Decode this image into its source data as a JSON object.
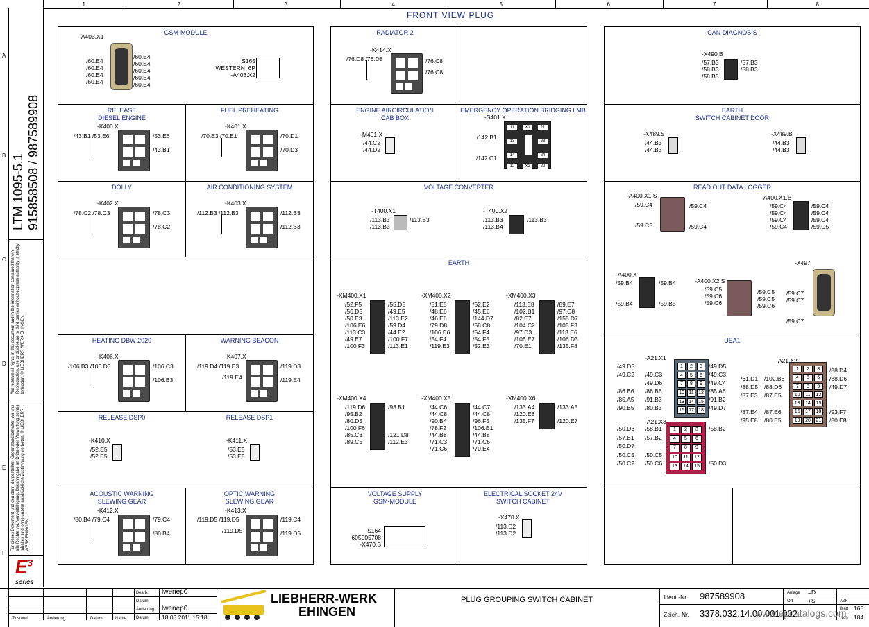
{
  "page_title": "FRONT VIEW PLUG",
  "columns": [
    "1",
    "2",
    "3",
    "4",
    "5",
    "6",
    "7",
    "8"
  ],
  "rows": [
    "A",
    "B",
    "C",
    "D",
    "E",
    "F"
  ],
  "sidebar": {
    "model": "LTM 1095-5.1",
    "numbers": "915858508  /  987589908",
    "notice_en": "We reserve all rights in this document and in the information contained therein. Reproduction, use or disclosure to third parties without express authority is strictly forbidden. © LIEBHERR WERK EHINGEN",
    "notice_de": "Für dieses Dokument und den darin dargestellten Gegenstand behalten wir uns alle Rechte vor. Vervielfältigung, Bekanntgabe an Dritte oder Verwertung seines Inhaltes sind ohne unsere ausdrückliche Zustimmung verboten. © LIEBHERR WERK EHINGEN",
    "logo_e3": "E",
    "logo_sup": "3",
    "logo_series": "series"
  },
  "panels": {
    "gsm": {
      "title": "GSM-MODULE",
      "conn": "-A403.X1",
      "left_pins": "/60.E4\n/60.E4\n/60.E4\n/60.E4",
      "right_pins": "/60.E4\n/60.E4\n/60.E4\n/60.E4\n/60.E4",
      "box_label": "S165\nWESTERN_6P\n-A403.X2"
    },
    "radiator": {
      "title": "RADIATOR 2",
      "conn": "-K414.X",
      "left_pins": "/76.D8 /76.D8",
      "right_pins": "/76.C8\n/76.C8"
    },
    "can": {
      "title": "CAN  DIAGNOSIS",
      "conn": "-X490.B",
      "left_pins": "/57.B3\n/58.B3\n/58.B3",
      "right_pins": "/57.B3\n/58.B3"
    },
    "release_diesel": {
      "title": "RELEASE\nDIESEL ENGINE",
      "conn": "-K400.X",
      "left_pins": "/43.B1 /53.E6",
      "right_pins": "/53.E6\n\n/43.B1"
    },
    "fuel": {
      "title": "FUEL PREHEATING",
      "conn": "-K401.X",
      "left_pins": "/70.E3 /70.E1",
      "right_pins": "/70.D1\n\n/70.D3"
    },
    "engine_air": {
      "title": "ENGINE AIRCIRCULATION\nCAB BOX",
      "conn": "-M401.X",
      "left_pins": "/44.C2\n/44.D2"
    },
    "emergency": {
      "title": "EMERGENCY OPERATION BRIDGING LMB",
      "conn": "-S401.X",
      "left_pins": "/142.B1\n\n\n/142.C1",
      "cells": [
        "11",
        "X1",
        "21",
        "13",
        "23",
        "14",
        "24",
        "12",
        "X2",
        "22"
      ]
    },
    "earth_door": {
      "title": "EARTH\nSWITCH CABINET DOOR",
      "conn1": "-X489.S",
      "pins1": "/44.B3\n/44.B3",
      "conn2": "-X489.B",
      "pins2": "/44.B3\n/44.B3"
    },
    "dolly": {
      "title": "DOLLY",
      "conn": "-K402.X",
      "left_pins": "/78.C2 /78.C3",
      "right_pins": "/78.C3\n\n/78.C2"
    },
    "aircon": {
      "title": "AIR CONDITIONING SYSTEM",
      "conn": "-K403.X",
      "left_pins": "/112.B3 /112.B3",
      "right_pins": "/112.B3\n\n/112.B3"
    },
    "voltage_conv": {
      "title": "VOLTAGE CONVERTER",
      "conn1": "-T400.X1",
      "pins1_l": "/113.B3\n/113.B3",
      "pins1_r": "/113.B3",
      "conn2": "-T400.X2",
      "pins2_l": "/113.B3\n/113.B4",
      "pins2_r": "/113.B3"
    },
    "readout": {
      "title": "READ OUT DATA LOGGER",
      "conn1": "-A400.X1.S",
      "conn1_l": "/59.C4\n\n\n/59.C5",
      "conn1_r": "/59.C4\n\n\n/59.C4",
      "conn2": "-A400.X1.B",
      "conn2_l": "/59.C4\n/59.C4\n/59.C4\n/59.C4",
      "conn2_r": "/59.C4\n/59.C4\n/59.C4\n/59.C5",
      "conn3": "-A400.X",
      "conn3_l": "/59.B4\n\n\n/59.B4",
      "conn3_r": "/59.B4\n\n\n/59.B5",
      "conn4": "-A400.X2.S",
      "conn4_l": "/59.C5\n/59.C6\n/59.C6",
      "conn4_r": "/59.C5\n/59.C5\n/59.C6",
      "conn5": "-X497",
      "conn5_r": "/59.C7\n/59.C7\n\n\n/59.C7"
    },
    "earth": {
      "title": "EARTH",
      "x1": {
        "name": "-XM400.X1",
        "l": "/52.F5\n/56.D5\n/50.E3\n/106.E6\n/113.C3\n/49.E7\n/100.F3",
        "r": "/55.D5\n/49.E5\n/113.E2\n/59.D4\n/44.E2\n/100.F7\n/113.E1"
      },
      "x2": {
        "name": "-XM400.X2",
        "l": "/51.E5\n/48.E6\n/46.E6\n/79.D8\n/106.E6\n/54.F4\n/119.E3",
        "r": "/52.E2\n/45.E6\n/144.D7\n/58.C8\n/54.F4\n/54.F5\n/52.E3"
      },
      "x3": {
        "name": "-XM400.X3",
        "l": "/113.E8\n/102.B1\n/82.E7\n/104.C2\n/97.D3\n/106.E7\n/70.E1",
        "r": "/89.E7\n/97.C8\n/155.D7\n/105.F3\n/113.E6\n/106.D3\n/135.F8"
      },
      "x4": {
        "name": "-XM400.X4",
        "l": "/119.D6\n/95.B2\n/80.D5\n/100.F6\n/85.C3\n/89.C5",
        "r": "/93.B1\n\n\n\n/121.D8\n/112.E3"
      },
      "x5": {
        "name": "-XM400.X5",
        "l": "/44.C6\n/44.C8\n/90.B4\n/78.F2\n/44.B8\n/71.C3\n/71.C6",
        "r": "/44.C7\n/44.C8\n/96.F5\n/106.E1\n/44.B8\n/71.C5\n/70.E4"
      },
      "x6": {
        "name": "-XM400.X6",
        "l": "/133.A4\n/120.E8\n/135.F7",
        "r": "/133.A5\n\n/120.E7"
      }
    },
    "heating": {
      "title": "HEATING DBW 2020",
      "conn": "-K406.X",
      "left_pins": "/106.B3 /106.D3",
      "right_pins": "/106.C3\n\n/106.B3"
    },
    "warning_beacon": {
      "title": "WARNING BEACON",
      "conn": "-K407.X",
      "left_pins": "/119.D4 /119.E3",
      "right_pins": "/119.D3\n\n/119.E4",
      "extra": "/119.E4"
    },
    "uea1": {
      "title": "UEA1",
      "x1": "-A21.X1",
      "x1_l": "/49.D5\n/49.C2\n\n/86.B6\n/85.A5\n/90.B5",
      "x1_m": "\n/49.C3\n/49.D6\n/86.B6\n/91.B3\n/80.B3",
      "x1_r": "/49.D5\n/49.C3\n/49.C4\n/85.A6\n/91.B2\n/49.D7",
      "x2": "-A21.X2",
      "x2_l": "\n/61.D1\n/88.D5\n/87.E3\n\n/87.E4\n/95.E8",
      "x2_m": "\n/102.B8\n/88.D6\n/87.E5\n\n/87.E6\n/80.E5",
      "x2_r": "/88.D4\n/88.D6\n/49.D7\n\n\n/93.F7\n/80.E8",
      "x3": "-A21.X3",
      "x3_l": "/50.D3\n/57.B1\n/50.D7\n/50.C5\n/50.C2",
      "x3_m": "/58.B1\n/57.B2\n\n/50.C5\n/50.C6",
      "x3_r": "/58.B2\n\n\n\n/50.D3",
      "x1_cells": [
        "1",
        "2",
        "3",
        "4",
        "5",
        "6",
        "7",
        "8",
        "9",
        "10",
        "11",
        "12",
        "13",
        "14",
        "15",
        "16",
        "17",
        "18"
      ],
      "x2_cells": [
        "1",
        "2",
        "3",
        "4",
        "5",
        "6",
        "7",
        "8",
        "9",
        "10",
        "11",
        "12",
        "13",
        "14",
        "15",
        "16",
        "17",
        "18",
        "19",
        "20",
        "21"
      ],
      "x3_cells": [
        "1",
        "2",
        "3",
        "4",
        "5",
        "6",
        "7",
        "8",
        "9",
        "10",
        "11",
        "12",
        "13",
        "14",
        "15"
      ]
    },
    "release_dsp0": {
      "title": "RELEASE DSP0",
      "conn": "-K410.X",
      "left_pins": "/52.E5\n/52.E5"
    },
    "release_dsp1": {
      "title": "RELEASE DSP1",
      "conn": "-K411.X",
      "left_pins": "/53.E5\n/53.E5"
    },
    "acoustic": {
      "title": "ACOUSTIC WARNING\nSLEWING GEAR",
      "conn": "-K412.X",
      "left_pins": "/80.B4 /79.C4",
      "right_pins": "/79.C4\n\n/80.B4"
    },
    "optic": {
      "title": "OPTIC WARNING\nSLEWING GEAR",
      "conn": "-K413.X",
      "left_pins": "/119.D5 /119.D5",
      "right_pins": "/119.C4\n\n/119.D5",
      "extra": "/119.D5"
    },
    "voltage_supply": {
      "title": "VOLTAGE SUPPLY\nGSM-MODULE",
      "box_label": "S164\n605005708\n-X470.S"
    },
    "socket24": {
      "title": "ELECTRICAL SOCKET 24V\nSWITCH CABINET",
      "conn": "-X470.X",
      "left_pins": "/113.D2\n/113.D2"
    }
  },
  "titleblock": {
    "bearb_label": "Bearb.",
    "bearb_value": "lwenep0",
    "datum_label": "Datum",
    "aenderung_label": "Änderung",
    "aenderung_value": "lwenep0",
    "datum2_label": "Datum",
    "datum2_value": "18.03.2011  15:18",
    "zustand": "Zustand",
    "aenderung2": "Änderung",
    "datum3": "Datum",
    "name": "Name",
    "company_line1": "LIEBHERR-WERK",
    "company_line2": "EHINGEN",
    "drawing_title": "PLUG GROUPING SWITCH CABINET",
    "ident_label": "Ident.-Nr.",
    "ident_value": "987589908",
    "zeich_label": "Zeich.-Nr.",
    "zeich_value": "3378.032.14.00.001.002",
    "anlage_label": "Anlage",
    "anlage_value": "=D",
    "ort_label": "Ort",
    "ort_value": "+S",
    "azf": "AZF",
    "blatt_label": "Blatt",
    "blatt_value": "165",
    "von_label": "von",
    "von_value": "184",
    "watermark": "www.epcatalogs.com"
  }
}
